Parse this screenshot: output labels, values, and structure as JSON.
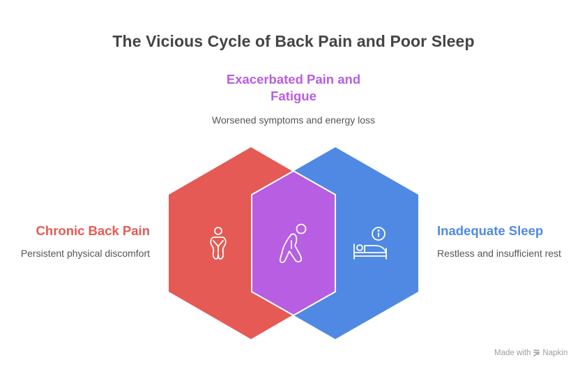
{
  "title": "The Vicious Cycle of Back Pain and Poor Sleep",
  "colors": {
    "red": "#E55A54",
    "blue": "#4F89E4",
    "purple": "#B85EE2",
    "title_text": "#444444",
    "desc_text": "#555555",
    "stroke": "#FFFFFF"
  },
  "nodes": [
    {
      "id": "chronic-back-pain",
      "title": "Chronic Back Pain",
      "description": "Persistent physical discomfort",
      "color": "#E55A54",
      "icon": "person-holding-back-icon",
      "position": "left"
    },
    {
      "id": "exacerbated-pain-fatigue",
      "title": "Exacerbated Pain and Fatigue",
      "description": "Worsened symptoms and energy loss",
      "color": "#B85EE2",
      "icon": "hunched-tired-person-icon",
      "position": "top-center"
    },
    {
      "id": "inadequate-sleep",
      "title": "Inadequate Sleep",
      "description": "Restless and insufficient rest",
      "color": "#4F89E4",
      "icon": "bed-with-info-icon",
      "position": "right"
    }
  ],
  "watermark": {
    "prefix": "Made with",
    "brand": "Napkin",
    "icon": "napkin-logo-icon"
  }
}
